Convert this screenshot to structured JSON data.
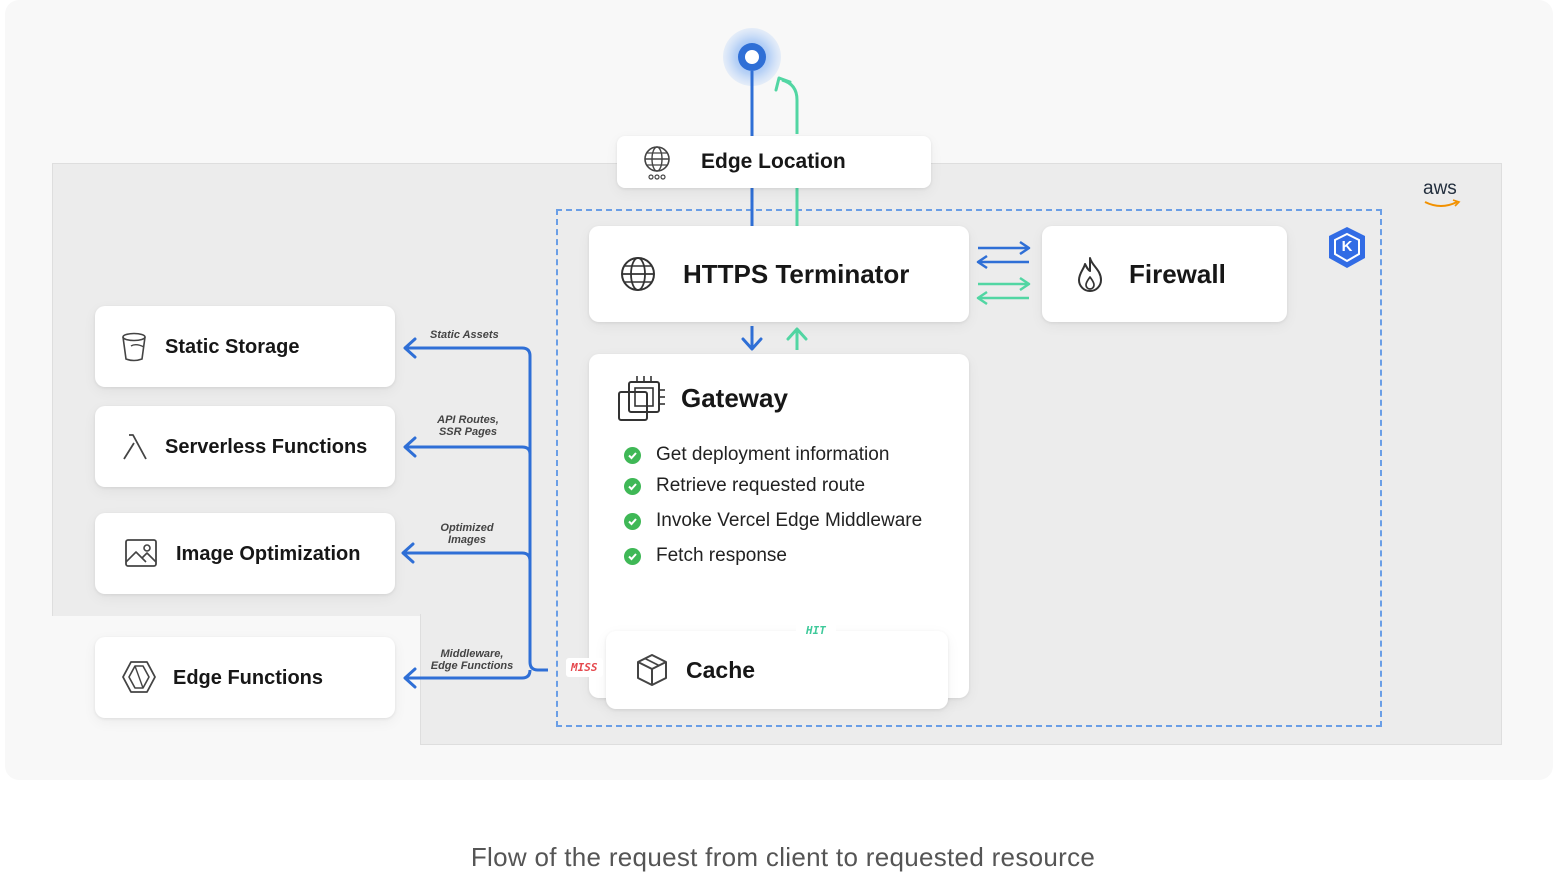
{
  "nodes": {
    "edge_location": "Edge Location",
    "https_terminator": "HTTPS Terminator",
    "firewall": "Firewall",
    "gateway": "Gateway",
    "cache": "Cache",
    "static_storage": "Static Storage",
    "serverless_functions": "Serverless Functions",
    "image_optimization": "Image Optimization",
    "edge_functions": "Edge Functions"
  },
  "gateway_steps": [
    "Get deployment information",
    "Retrieve requested route",
    "Invoke Vercel Edge Middleware",
    "Fetch response"
  ],
  "route_labels": {
    "static_assets": "Static Assets",
    "api_routes_1": "API Routes,",
    "api_routes_2": "SSR Pages",
    "optimized_1": "Optimized",
    "optimized_2": "Images",
    "middleware_1": "Middleware,",
    "middleware_2": "Edge Functions"
  },
  "tags": {
    "miss": "MISS",
    "hit": "HIT"
  },
  "aws_logo_text": "aws",
  "k8s_logo_text": "K",
  "caption": "Flow of the request from client to requested resource",
  "colors": {
    "request_arrow": "#2f6fd6",
    "response_arrow": "#52d6a3",
    "miss": "#e5484d",
    "hit": "#3ec99a",
    "check": "#3fb856",
    "k8s": "#326ce5",
    "aws_smile": "#f29100"
  },
  "icons": [
    "globe-icon",
    "flame-icon",
    "chip-icon",
    "box-icon",
    "bucket-icon",
    "lambda-icon",
    "image-icon",
    "edge-functions-icon",
    "aws-logo",
    "kubernetes-logo",
    "client-dot-icon"
  ]
}
